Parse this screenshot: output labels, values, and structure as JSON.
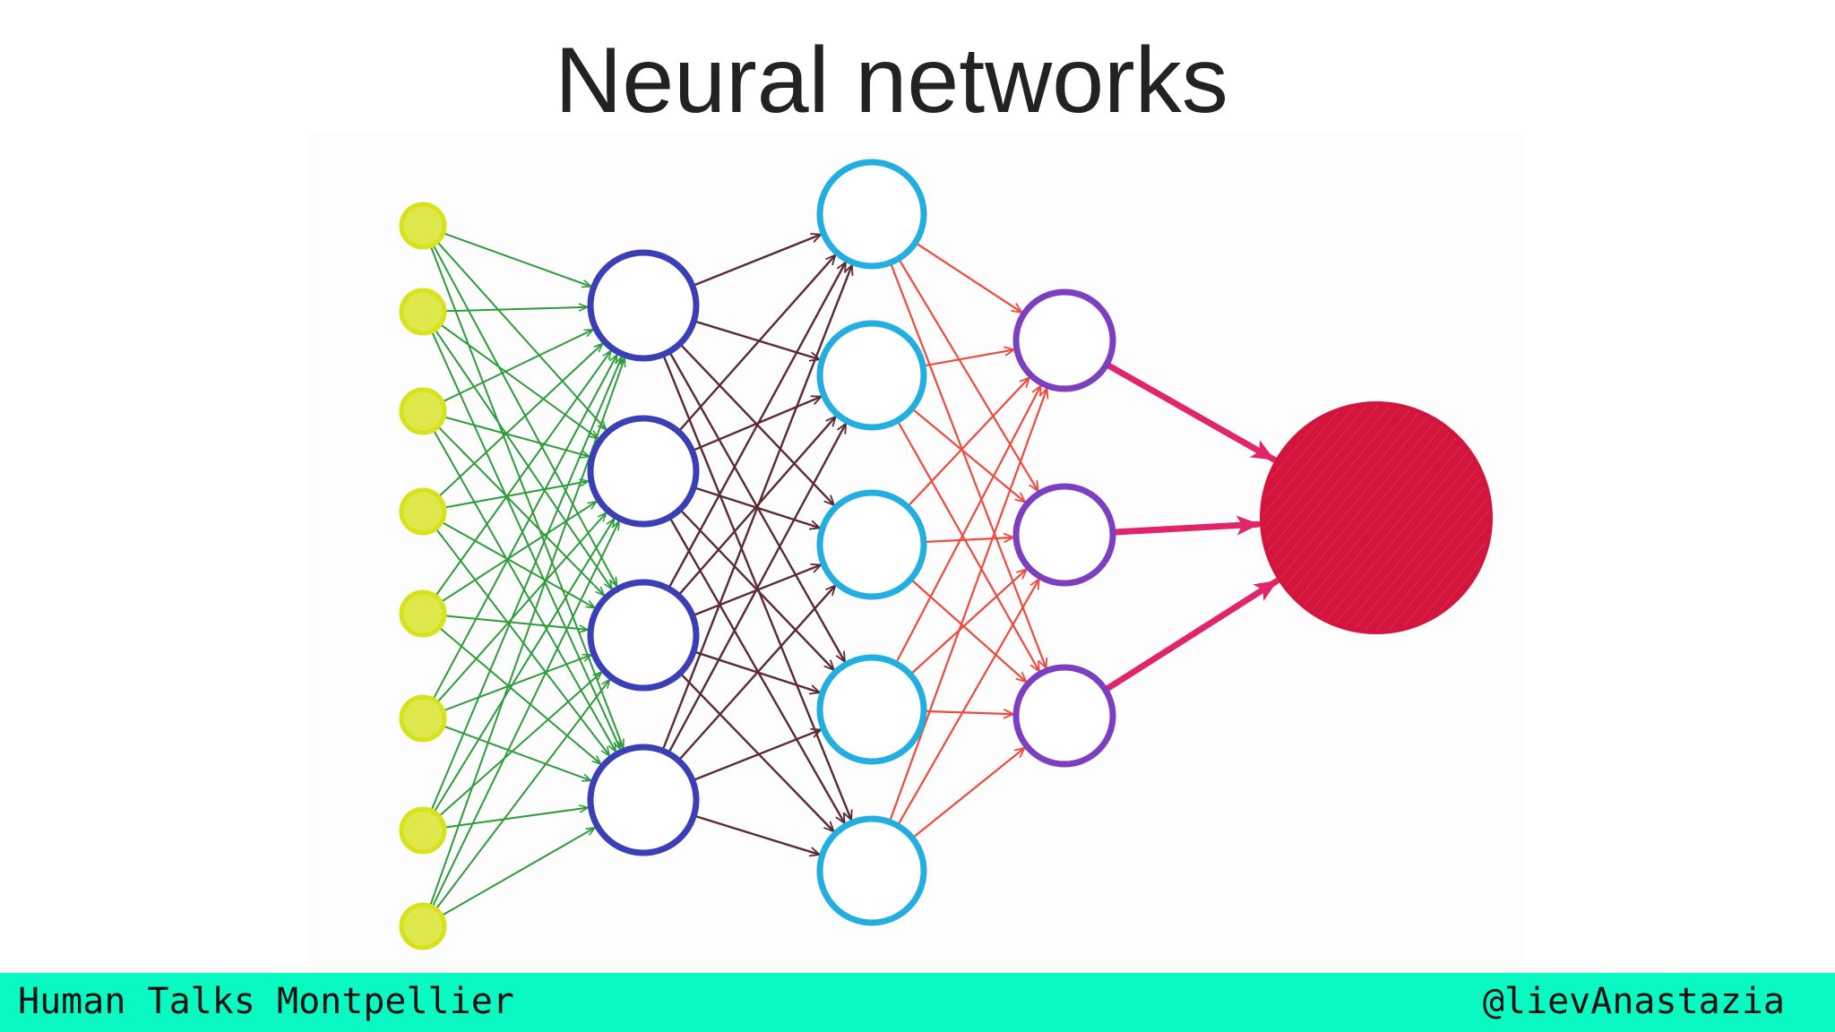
{
  "slide": {
    "title": "Neural networks"
  },
  "footer": {
    "event": "Human Talks Montpellier",
    "handle": "@lievAnastazia"
  },
  "diagram": {
    "layers": [
      {
        "name": "input",
        "nodes": 8,
        "color": "#d6e21c",
        "fill": "#dfe84a"
      },
      {
        "name": "hidden-1",
        "nodes": 4,
        "color": "#3a3fb5",
        "fill": "#ffffff"
      },
      {
        "name": "hidden-2",
        "nodes": 5,
        "color": "#23aee0",
        "fill": "#ffffff"
      },
      {
        "name": "hidden-3",
        "nodes": 3,
        "color": "#7c3fbf",
        "fill": "#ffffff"
      },
      {
        "name": "output",
        "nodes": 1,
        "color": "#d3143c",
        "fill": "#d3143c"
      }
    ],
    "edge_colors": [
      "#2e9c3a",
      "#5a2a35",
      "#ee4a3e",
      "#e0256a"
    ]
  }
}
